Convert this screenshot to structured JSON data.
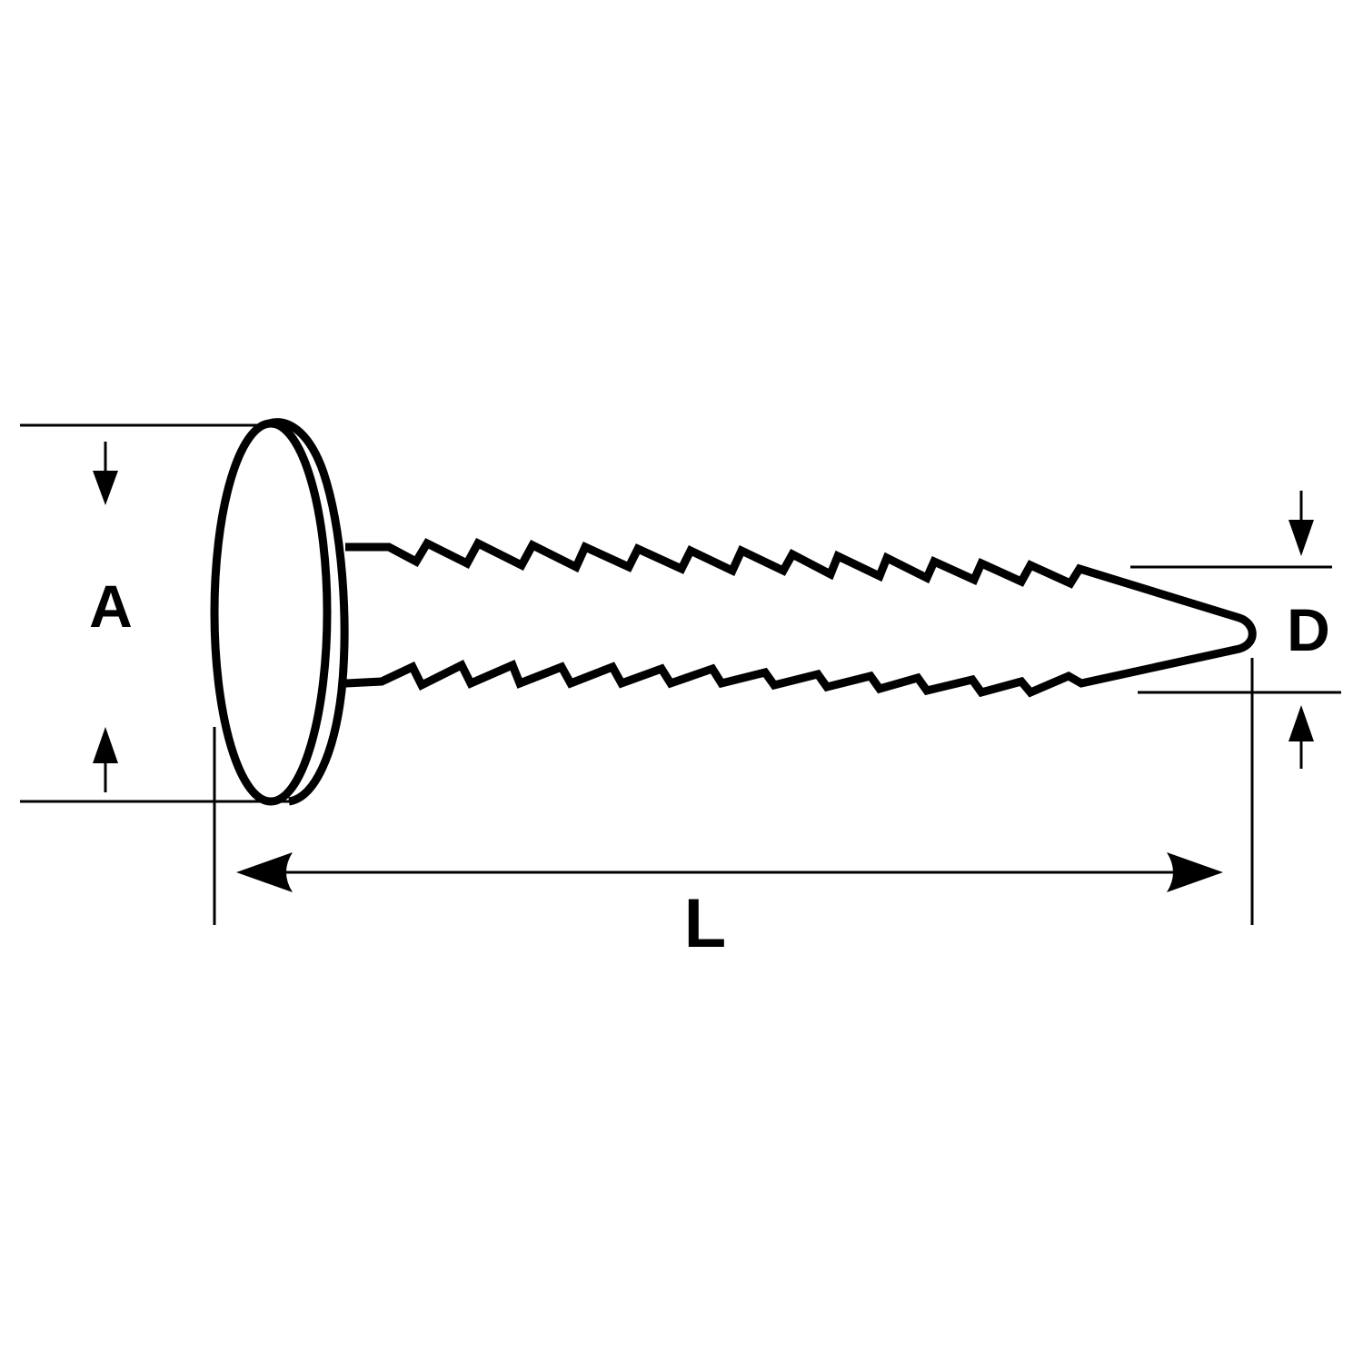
{
  "labels": {
    "head_diameter": "A",
    "length": "L",
    "shank_diameter": "D"
  },
  "colors": {
    "stroke": "#000000",
    "background": "#ffffff"
  }
}
